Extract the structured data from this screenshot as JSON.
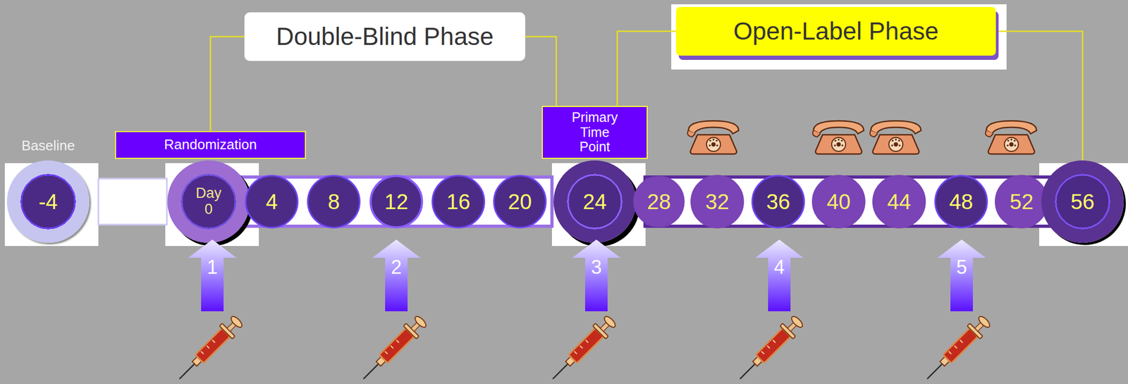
{
  "diagram": {
    "nodes": [
      {
        "text": [
          "Double-Blind Phase"
        ]
      },
      {
        "text": [
          "Open-Label Phase"
        ]
      },
      {
        "text": [
          "Randomization"
        ]
      },
      {
        "text": [
          "Primary Time Point"
        ]
      },
      {
        "text": [
          "-4"
        ]
      },
      {
        "text": [
          "Day 0"
        ]
      },
      {
        "text": [
          "4"
        ]
      },
      {
        "text": [
          "8"
        ]
      },
      {
        "text": [
          "12"
        ]
      },
      {
        "text": [
          "16"
        ]
      },
      {
        "text": [
          "20"
        ]
      },
      {
        "text": [
          "24"
        ]
      },
      {
        "text": [
          "28"
        ]
      },
      {
        "text": [
          "32"
        ]
      },
      {
        "text": [
          "36"
        ]
      },
      {
        "text": [
          "40"
        ]
      },
      {
        "text": [
          "44"
        ]
      },
      {
        "text": [
          "48"
        ]
      },
      {
        "text": [
          "52"
        ]
      },
      {
        "text": [
          "56"
        ]
      },
      {
        "text": [
          "1"
        ]
      },
      {
        "text": [
          "2"
        ]
      },
      {
        "text": [
          "3"
        ]
      },
      {
        "text": [
          "4"
        ]
      },
      {
        "text": [
          "5"
        ]
      }
    ],
    "edges": [
      {
        "from": 2,
        "to": 0,
        "arrow": "none"
      },
      {
        "from": 0,
        "to": 3,
        "arrow": "none"
      },
      {
        "from": 1,
        "to": 3,
        "arrow": "none"
      },
      {
        "from": 1,
        "to": 19,
        "arrow": "none"
      }
    ],
    "labels": [
      "Baseline"
    ]
  }
}
